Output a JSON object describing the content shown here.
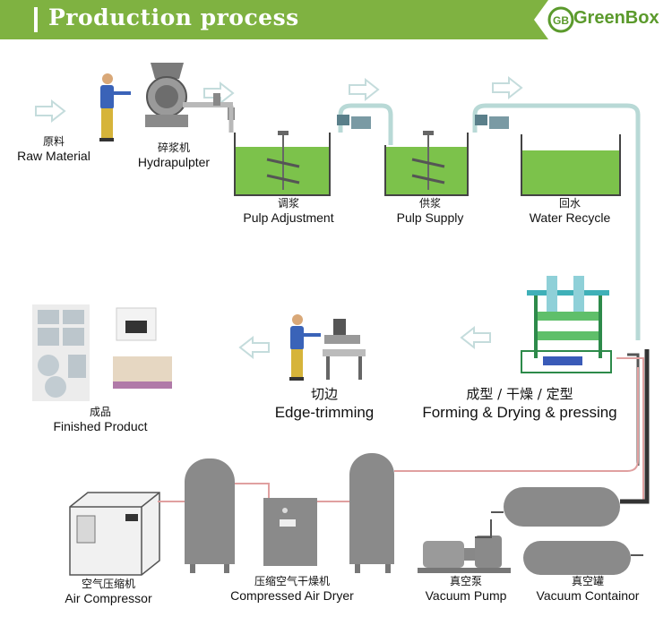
{
  "header": {
    "title": "Production process",
    "logo_text": "GreenBox",
    "logo_mark": "GB",
    "bg_color": "#7fb241",
    "logo_color": "#5b9a2c"
  },
  "stages": {
    "raw_material": {
      "cn": "原料",
      "en": "Raw Material"
    },
    "hydrapulpter": {
      "cn": "碎浆机",
      "en": "Hydrapulpter"
    },
    "pulp_adjustment": {
      "cn": "调浆",
      "en": "Pulp Adjustment"
    },
    "pulp_supply": {
      "cn": "供浆",
      "en": "Pulp Supply"
    },
    "water_recycle": {
      "cn": "回水",
      "en": "Water Recycle"
    },
    "forming": {
      "cn": "成型 / 干燥 / 定型",
      "en": "Forming & Drying & pressing"
    },
    "edge_trimming": {
      "cn": "切边",
      "en": "Edge-trimming"
    },
    "finished_product": {
      "cn": "成品",
      "en": "Finished Product"
    },
    "air_compressor": {
      "cn": "空气压缩机",
      "en": "Air Compressor"
    },
    "air_dryer": {
      "cn": "压缩空气干燥机",
      "en": "Compressed Air Dryer"
    },
    "vacuum_pump": {
      "cn": "真空泵",
      "en": "Vacuum Pump"
    },
    "vacuum_container": {
      "cn": "真空罐",
      "en": "Vacuum Containor"
    }
  },
  "colors": {
    "pulp_green": "#7cc24b",
    "tank_outline": "#444444",
    "pipe_light": "#b8d9d6",
    "arrow": "#cfe3e3",
    "cylinder": "#8a8a8a",
    "worker_shirt": "#3a63b8",
    "worker_pants": "#d6b43a"
  }
}
